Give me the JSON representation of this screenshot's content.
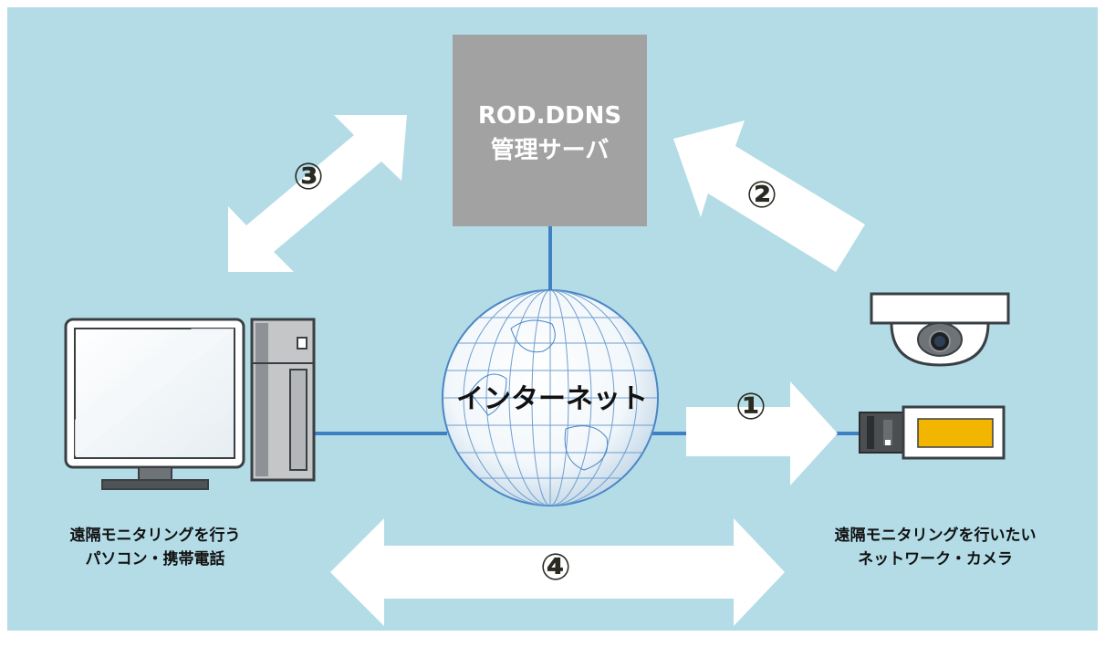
{
  "server": {
    "line1": "ROD.DDNS",
    "line2": "管理サーバ"
  },
  "globe_label": "インターネット",
  "steps": {
    "s1": "①",
    "s2": "②",
    "s3": "③",
    "s4": "④"
  },
  "left_caption": {
    "line1": "遠隔モニタリングを行う",
    "line2": "パソコン・携帯電話"
  },
  "right_caption": {
    "line1": "遠隔モニタリングを行いたい",
    "line2": "ネットワーク・カメラ"
  },
  "colors": {
    "background": "#b3dce6",
    "server_box": "#a2a2a2",
    "network_line": "#3f7fc4",
    "arrow_fill": "#ffffff",
    "camera_accent": "#f2b600"
  }
}
